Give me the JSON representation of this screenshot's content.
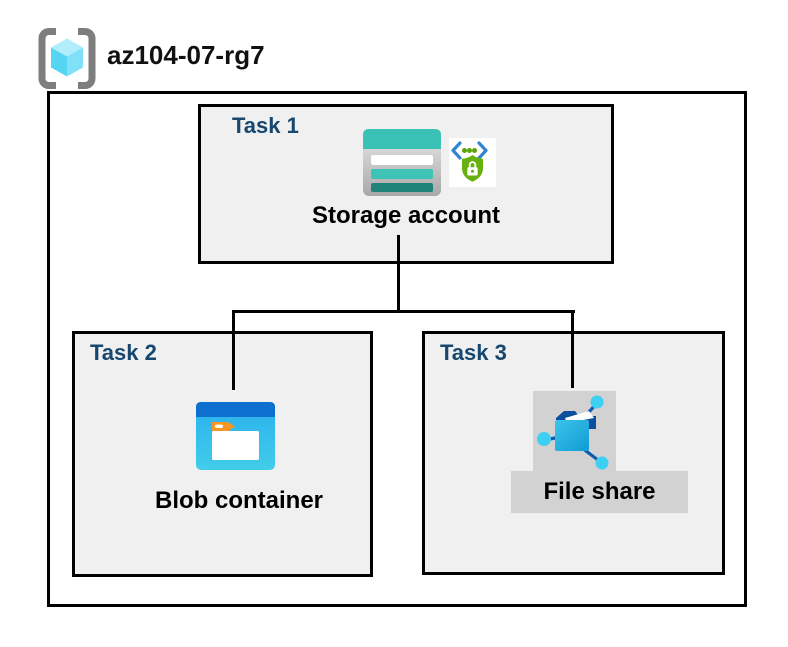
{
  "header": {
    "resource_group_name": "az104-07-rg7"
  },
  "tasks": [
    {
      "label": "Task 1",
      "item_label": "Storage account",
      "icons": [
        "storage-account-icon",
        "secure-access-icon"
      ]
    },
    {
      "label": "Task 2",
      "item_label": "Blob container",
      "icons": [
        "blob-container-icon"
      ]
    },
    {
      "label": "Task 3",
      "item_label": "File share",
      "icons": [
        "file-share-icon"
      ]
    }
  ],
  "connections": [
    {
      "from": "Storage account",
      "to": "Blob container"
    },
    {
      "from": "Storage account",
      "to": "File share"
    }
  ],
  "colors": {
    "task_label_navy": "#17476f",
    "box_fill_gray": "#f0f0f0",
    "border_black": "#000000",
    "highlight_gray": "#d2d2d2",
    "storage_teal": "#3bc2b6",
    "storage_teal_dark": "#1f837a",
    "blob_header_blue": "#0d6fce",
    "blob_body_cyan": "#35bdef",
    "folder_tab_orange": "#f79722",
    "fileshare_folder_blue": "#1fa8dd",
    "fileshare_node_cyan": "#3dd0f3",
    "fileshare_stem_blue": "#0d5ab1",
    "shield_green": "#68b00d",
    "chevron_blue": "#2e86d2",
    "rg_bracket_gray": "#7e7e7e",
    "rg_cube_top": "#b2edfb",
    "rg_cube_left": "#55d4f4",
    "rg_cube_right": "#7fe0f8"
  }
}
